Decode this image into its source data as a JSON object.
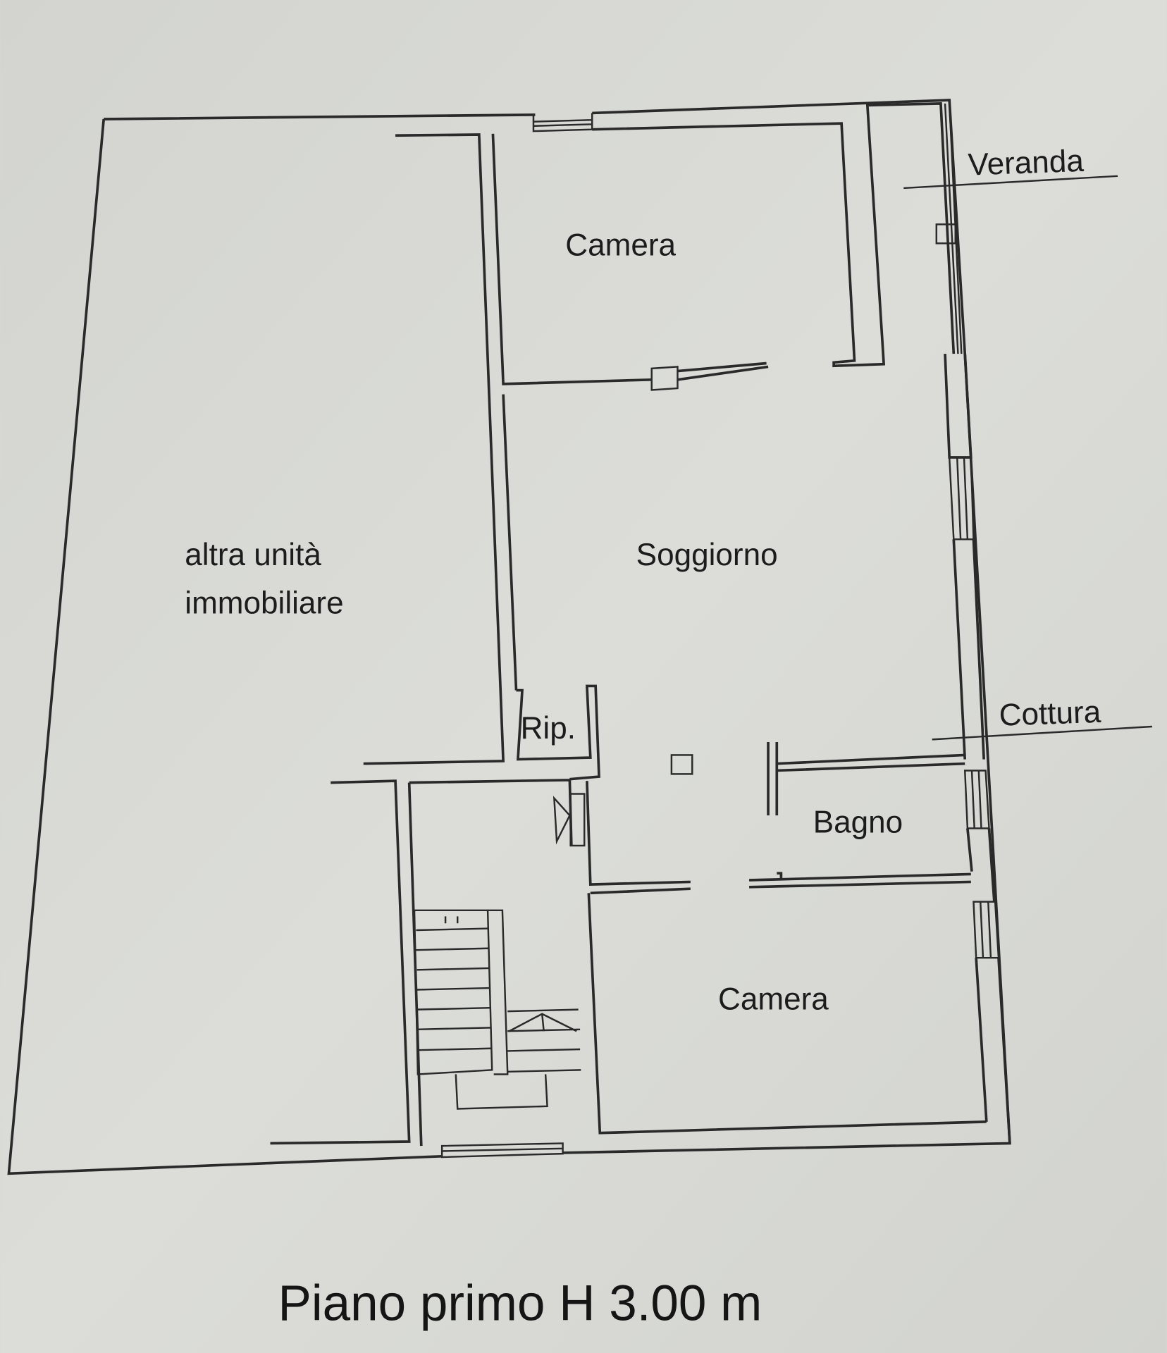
{
  "plan": {
    "rooms": {
      "camera_top": "Camera",
      "veranda": "Veranda",
      "other_unit_line1": "altra unità",
      "other_unit_line2": "immobiliare",
      "soggiorno": "Soggiorno",
      "ripostiglio": "Rip.",
      "cottura": "Cottura",
      "bagno": "Bagno",
      "camera_bottom": "Camera"
    },
    "title": "Piano primo H 3.00 m"
  }
}
